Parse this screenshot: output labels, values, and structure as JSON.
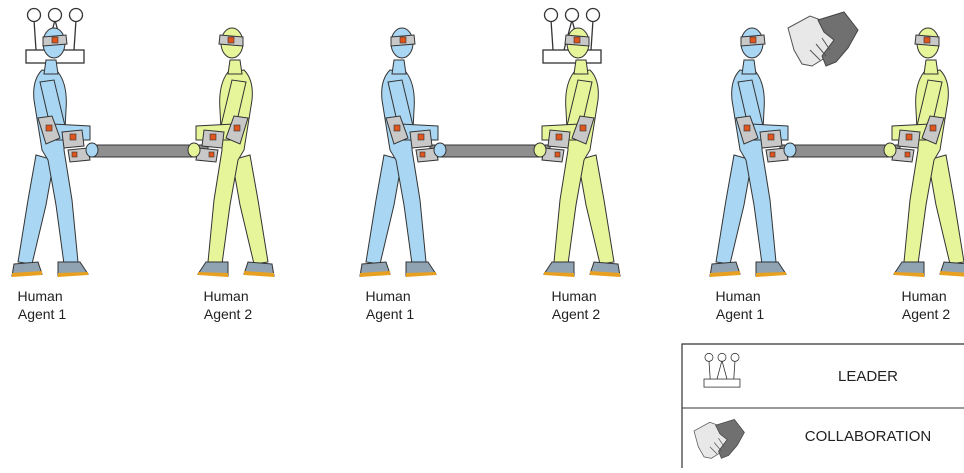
{
  "scenes": [
    {
      "left_agent": "Human\nAgent 1",
      "right_agent": "Human\nAgent 2",
      "marker": "leader"
    },
    {
      "left_agent": "Human\nAgent 1",
      "right_agent": "Human\nAgent 2",
      "marker": "leader"
    },
    {
      "left_agent": "Human\nAgent 1",
      "right_agent": "Human\nAgent 2",
      "marker": "collaboration"
    }
  ],
  "labels": {
    "agent1_line1": "Human",
    "agent1_line2": "Agent 1",
    "agent2_line1": "Human",
    "agent2_line2": "Agent 2"
  },
  "legend": {
    "leader": "LEADER",
    "collaboration": "COLLABORATION"
  },
  "icons": {
    "leader": "crown-icon",
    "collaboration": "handshake-icon"
  },
  "colors": {
    "agent1_body": "#a9d6f2",
    "agent2_body": "#e6f59a",
    "sensor": "#e0551f",
    "pad": "#c8c8c8",
    "bar": "#8f8f8f",
    "outline": "#333333"
  }
}
